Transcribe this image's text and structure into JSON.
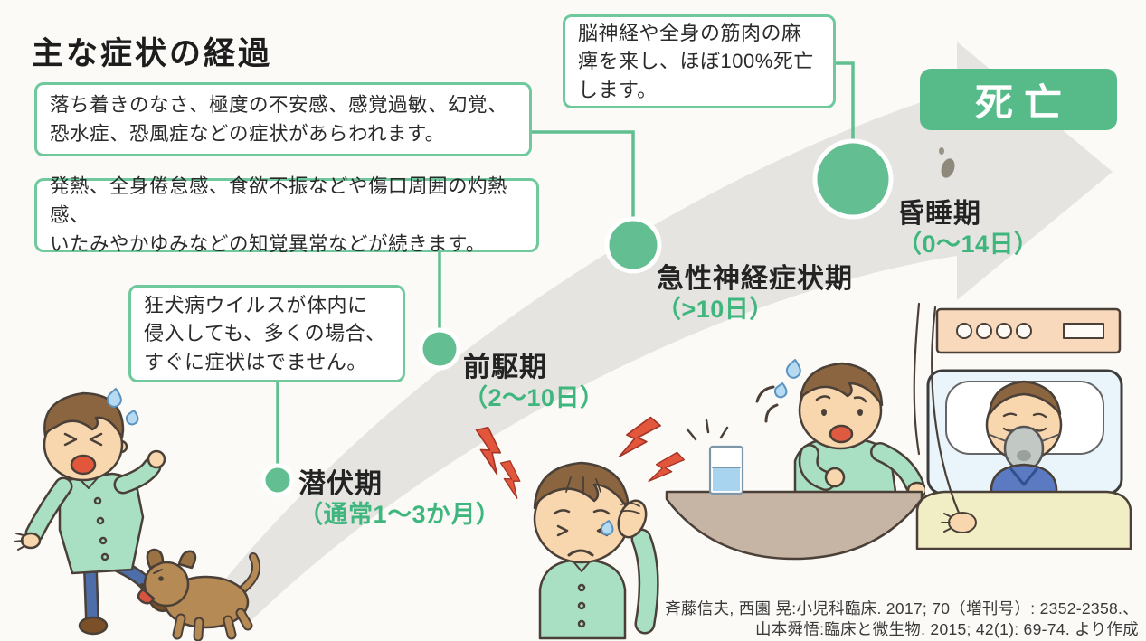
{
  "title": "主な症状の経過",
  "callouts": {
    "incubation": "狂犬病ウイルスが体内に\n侵入しても、多くの場合、\nすぐに症状はでません。",
    "prodromal": "発熱、全身倦怠感、食欲不振などや傷口周囲の灼熱感、\nいたみやかゆみなどの知覚異常などが続きます。",
    "acute": "落ち着きのなさ、極度の不安感、感覚過敏、幻覚、\n恐水症、恐風症などの症状があらわれます。",
    "coma": "脳神経や全身の筋肉の麻\n痺を来し、ほぼ100%死亡\nします。"
  },
  "stages": [
    {
      "name": "潜伏期",
      "duration": "（通常1～3か月）"
    },
    {
      "name": "前駆期",
      "duration": "（2～10日）"
    },
    {
      "name": "急性神経症状期",
      "duration": "（>10日）"
    },
    {
      "name": "昏睡期",
      "duration": "（0～14日）"
    }
  ],
  "outcome": {
    "label": "死亡"
  },
  "citation": {
    "line1": "斉藤信夫, 西園 晃:小児科臨床. 2017; 70（増刊号）: 2352-2358.、",
    "line2": "山本舜悟:臨床と微生物. 2015; 42(1): 69-74. より作成"
  },
  "illustrations": [
    "man-bitten-by-dog",
    "man-with-headache",
    "man-fearing-water-glass",
    "man-in-hospital-bed"
  ],
  "colors": {
    "accent_green": "#57bb89",
    "node_green": "#63bf91",
    "box_border_green": "#70c89d",
    "stage_text_green": "#3fb67e",
    "arrow_gray": "#e6e4e0"
  }
}
